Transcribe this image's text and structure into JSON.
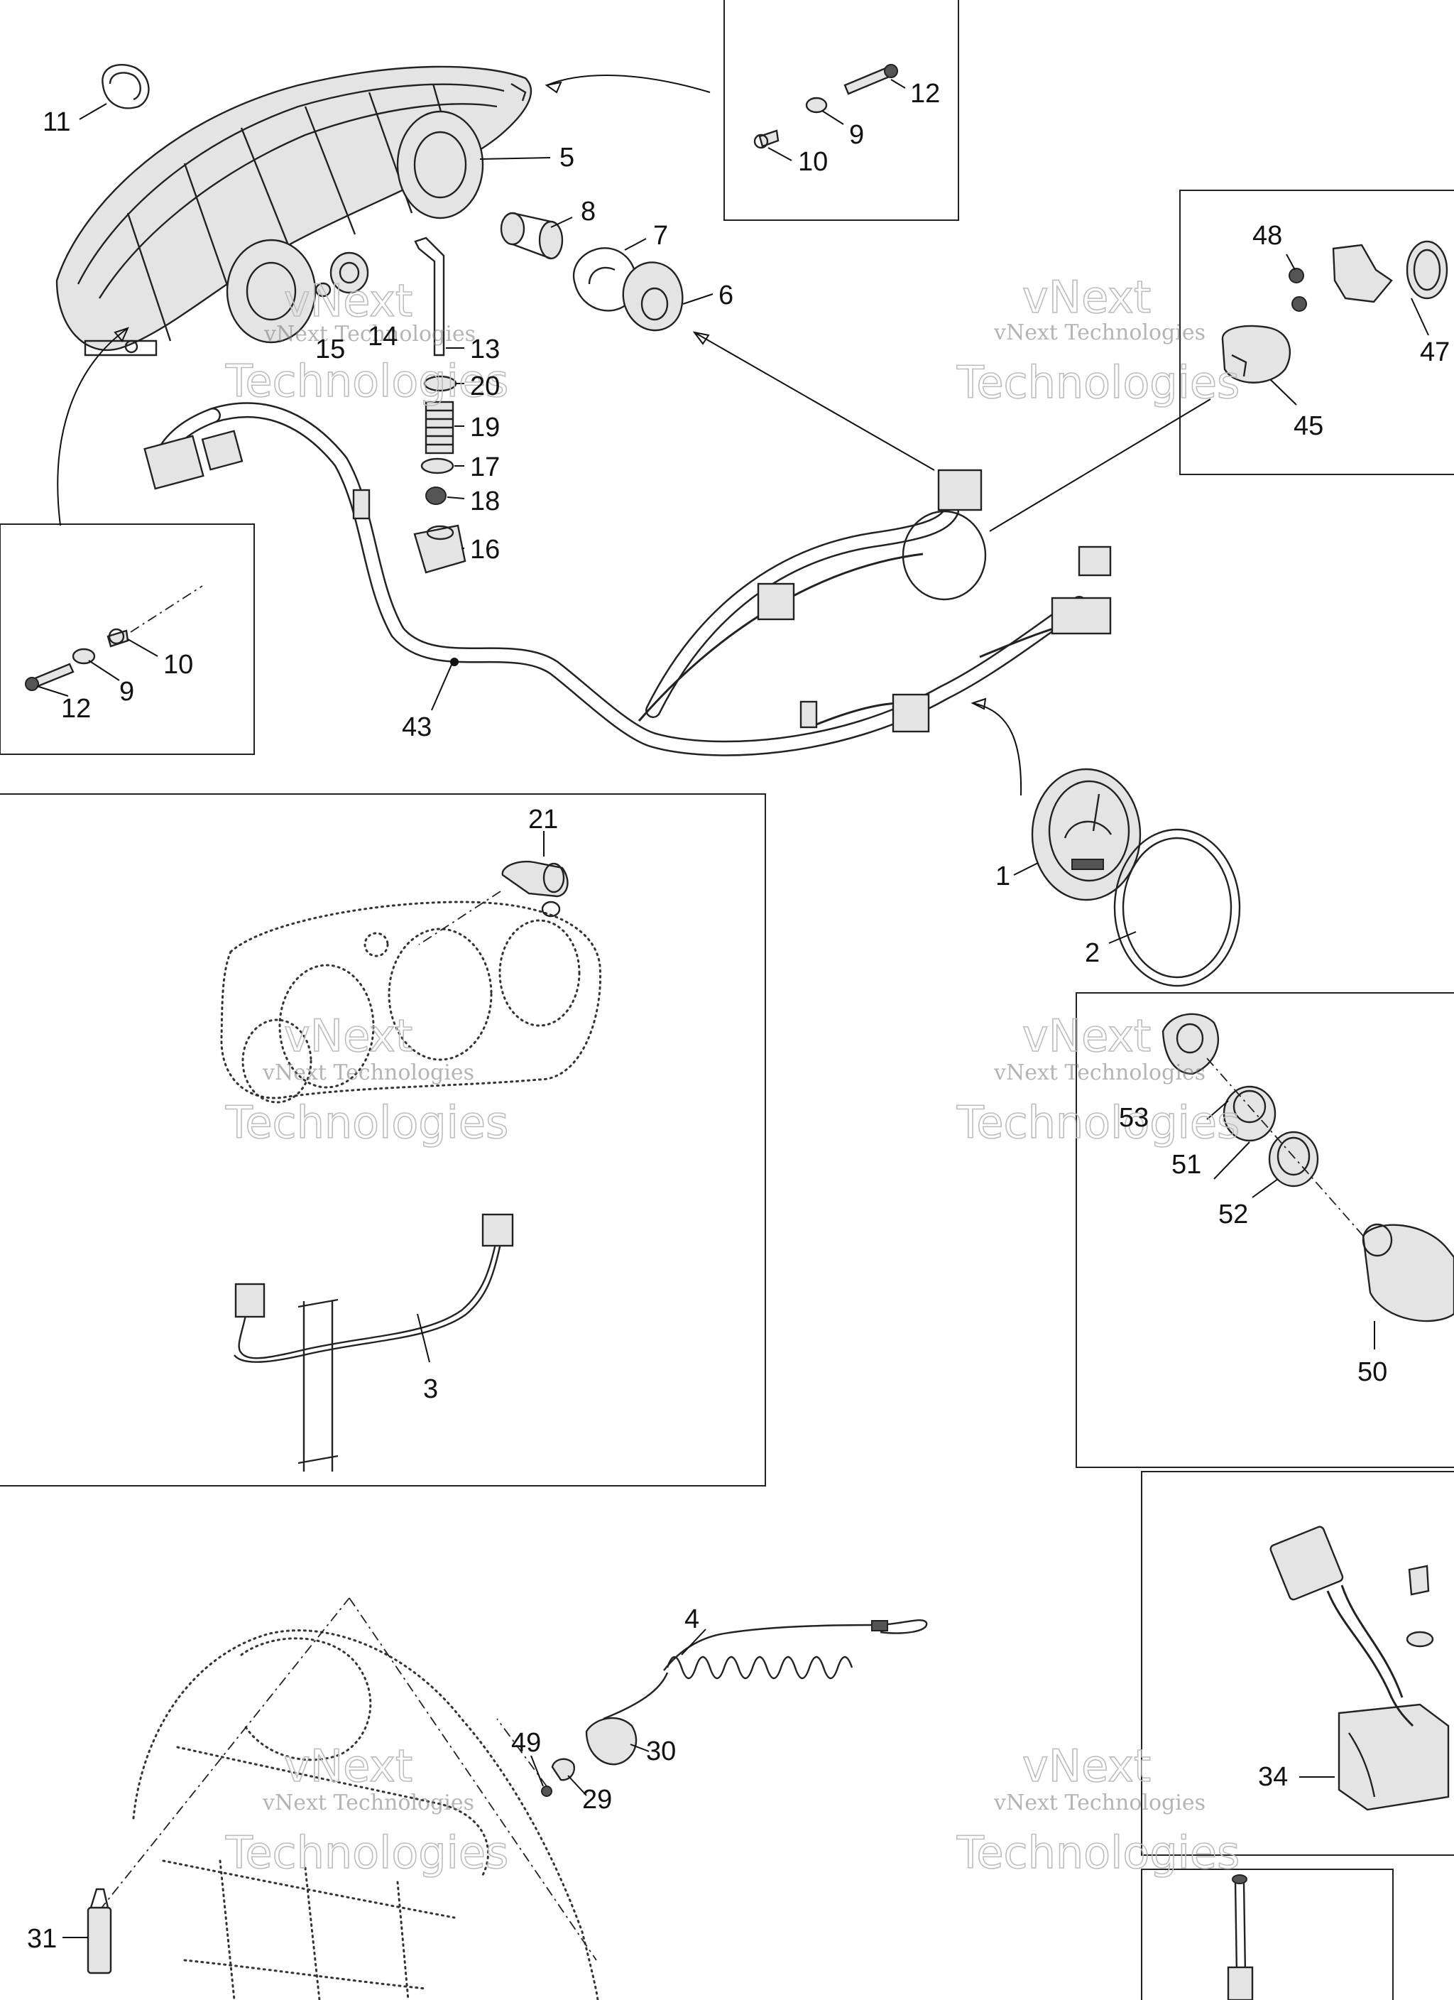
{
  "watermark": {
    "line1": "vNext Technologies",
    "big1": "vNext",
    "big2": "Technologies"
  },
  "callouts": [
    {
      "id": "c11a",
      "label": "11"
    },
    {
      "id": "c5",
      "label": "5"
    },
    {
      "id": "c12a",
      "label": "12"
    },
    {
      "id": "c9a",
      "label": "9"
    },
    {
      "id": "c10a",
      "label": "10"
    },
    {
      "id": "c8",
      "label": "8"
    },
    {
      "id": "c7",
      "label": "7"
    },
    {
      "id": "c6",
      "label": "6"
    },
    {
      "id": "c14",
      "label": "14"
    },
    {
      "id": "c15",
      "label": "15"
    },
    {
      "id": "c13",
      "label": "13"
    },
    {
      "id": "c20",
      "label": "20"
    },
    {
      "id": "c19",
      "label": "19"
    },
    {
      "id": "c17",
      "label": "17"
    },
    {
      "id": "c18",
      "label": "18"
    },
    {
      "id": "c16",
      "label": "16"
    },
    {
      "id": "c48",
      "label": "48"
    },
    {
      "id": "c47",
      "label": "47"
    },
    {
      "id": "c45",
      "label": "45"
    },
    {
      "id": "c10b",
      "label": "10"
    },
    {
      "id": "c9b",
      "label": "9"
    },
    {
      "id": "c12b",
      "label": "12"
    },
    {
      "id": "c43",
      "label": "43"
    },
    {
      "id": "c21",
      "label": "21"
    },
    {
      "id": "c1",
      "label": "1"
    },
    {
      "id": "c2",
      "label": "2"
    },
    {
      "id": "c53",
      "label": "53"
    },
    {
      "id": "c51",
      "label": "51"
    },
    {
      "id": "c52",
      "label": "52"
    },
    {
      "id": "c50",
      "label": "50"
    },
    {
      "id": "c3",
      "label": "3"
    },
    {
      "id": "c4",
      "label": "4"
    },
    {
      "id": "c30",
      "label": "30"
    },
    {
      "id": "c49",
      "label": "49"
    },
    {
      "id": "c29",
      "label": "29"
    },
    {
      "id": "c34",
      "label": "34"
    },
    {
      "id": "c31",
      "label": "31"
    }
  ]
}
